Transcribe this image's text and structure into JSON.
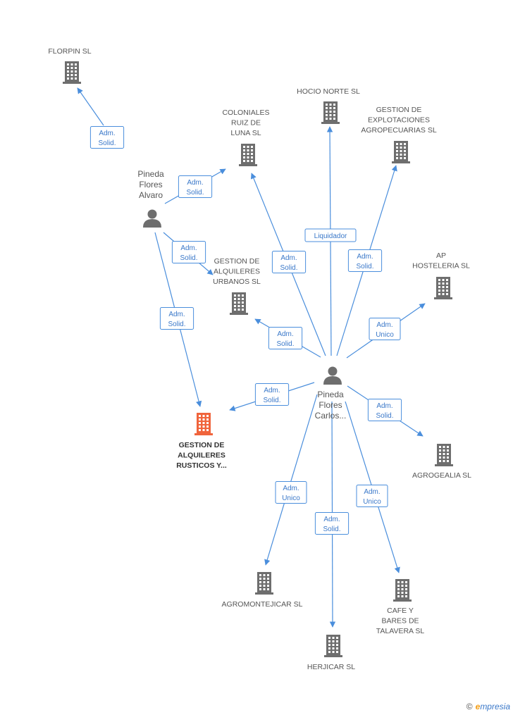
{
  "colors": {
    "edge": "#4a8edc",
    "building": "#6e6e6e",
    "building_focus": "#f0643c",
    "person": "#6e6e6e"
  },
  "companies": [
    {
      "id": "florpin",
      "lines": [
        "FLORPIN SL"
      ],
      "focus": false
    },
    {
      "id": "hocio",
      "lines": [
        "HOCIO NORTE SL"
      ],
      "focus": false
    },
    {
      "id": "coloniales",
      "lines": [
        "COLONIALES",
        "RUIZ DE",
        "LUNA  SL"
      ],
      "focus": false
    },
    {
      "id": "explotaciones",
      "lines": [
        "GESTION DE",
        "EXPLOTACIONES",
        "AGROPECUARIAS SL"
      ],
      "focus": false
    },
    {
      "id": "urbanos",
      "lines": [
        "GESTION DE",
        "ALQUILERES",
        "URBANOS  SL"
      ],
      "focus": false
    },
    {
      "id": "ap",
      "lines": [
        "AP",
        "HOSTELERIA SL"
      ],
      "focus": false
    },
    {
      "id": "rusticos",
      "lines": [
        "GESTION DE",
        "ALQUILERES",
        "RUSTICOS Y..."
      ],
      "focus": true
    },
    {
      "id": "agrogealia",
      "lines": [
        "AGROGEALIA SL"
      ],
      "focus": false
    },
    {
      "id": "agromontejicar",
      "lines": [
        "AGROMONTEJICAR SL"
      ],
      "focus": false
    },
    {
      "id": "cafe",
      "lines": [
        "CAFE Y",
        "BARES DE",
        "TALAVERA SL"
      ],
      "focus": false
    },
    {
      "id": "herjicar",
      "lines": [
        "HERJICAR SL"
      ],
      "focus": false
    }
  ],
  "persons": [
    {
      "id": "alvaro",
      "lines": [
        "Pineda",
        "Flores",
        "Alvaro"
      ]
    },
    {
      "id": "carlos",
      "lines": [
        "Pineda",
        "Flores",
        "Carlos..."
      ]
    }
  ],
  "edges": [
    {
      "from": "alvaro",
      "to": "florpin",
      "lines": [
        "Adm.",
        "Solid."
      ]
    },
    {
      "from": "alvaro",
      "to": "coloniales",
      "lines": [
        "Adm.",
        "Solid."
      ]
    },
    {
      "from": "alvaro",
      "to": "urbanos",
      "lines": [
        "Adm.",
        "Solid."
      ]
    },
    {
      "from": "alvaro",
      "to": "rusticos",
      "lines": [
        "Adm.",
        "Solid."
      ]
    },
    {
      "from": "carlos",
      "to": "hocio",
      "lines": [
        "Liquidador"
      ]
    },
    {
      "from": "carlos",
      "to": "coloniales",
      "lines": [
        "Adm.",
        "Solid."
      ]
    },
    {
      "from": "carlos",
      "to": "explotaciones",
      "lines": [
        "Adm.",
        "Solid."
      ]
    },
    {
      "from": "carlos",
      "to": "urbanos",
      "lines": [
        "Adm.",
        "Solid."
      ]
    },
    {
      "from": "carlos",
      "to": "ap",
      "lines": [
        "Adm.",
        "Unico"
      ]
    },
    {
      "from": "carlos",
      "to": "rusticos",
      "lines": [
        "Adm.",
        "Solid."
      ]
    },
    {
      "from": "carlos",
      "to": "agrogealia",
      "lines": [
        "Adm.",
        "Solid."
      ]
    },
    {
      "from": "carlos",
      "to": "agromontejicar",
      "lines": [
        "Adm.",
        "Unico"
      ]
    },
    {
      "from": "carlos",
      "to": "herjicar",
      "lines": [
        "Adm.",
        "Solid."
      ]
    },
    {
      "from": "carlos",
      "to": "cafe",
      "lines": [
        "Adm.",
        "Unico"
      ]
    }
  ],
  "brand": {
    "copyright": "©",
    "initial": "e",
    "rest": "mpresia"
  }
}
